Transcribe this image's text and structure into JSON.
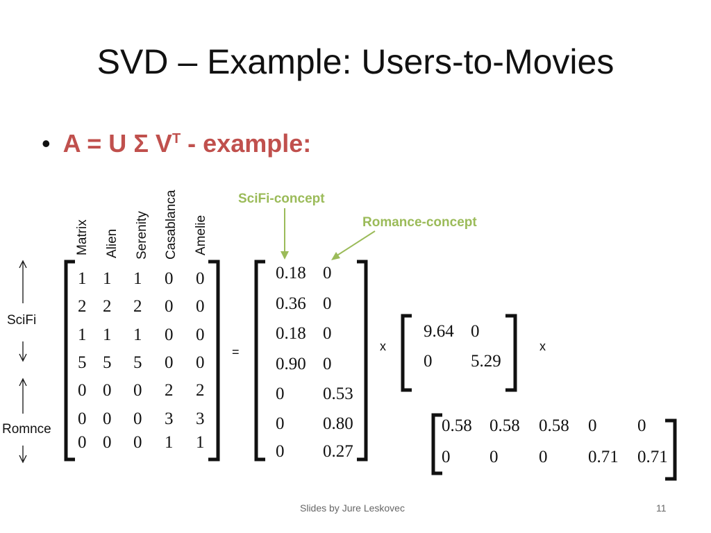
{
  "slide": {
    "title": "SVD – Example: Users-to-Movies",
    "bullet": {
      "prefix": "A = U ",
      "sigma": "Σ",
      "v": " V",
      "sup": "T",
      "suffix": " - example:"
    },
    "concepts": {
      "scifi": "SciFi-concept",
      "romance": "Romance-concept"
    },
    "row_groups": {
      "scifi": "SciFi",
      "romance": "Romnce"
    },
    "movies": [
      "Matrix",
      "Alien",
      "Serenity",
      "Casablanca",
      "Amelie"
    ],
    "matrix_a": [
      [
        "1",
        "1",
        "1",
        "0",
        "0"
      ],
      [
        "2",
        "2",
        "2",
        "0",
        "0"
      ],
      [
        "1",
        "1",
        "1",
        "0",
        "0"
      ],
      [
        "5",
        "5",
        "5",
        "0",
        "0"
      ],
      [
        "0",
        "0",
        "0",
        "2",
        "2"
      ],
      [
        "0",
        "0",
        "0",
        "3",
        "3"
      ],
      [
        "0",
        "0",
        "0",
        "1",
        "1"
      ]
    ],
    "equals": "=",
    "matrix_u": [
      [
        "0.18",
        "0"
      ],
      [
        "0.36",
        "0"
      ],
      [
        "0.18",
        "0"
      ],
      [
        "0.90",
        "0"
      ],
      [
        "0",
        "0.53"
      ],
      [
        "0",
        "0.80"
      ],
      [
        "0",
        "0.27"
      ]
    ],
    "times1": "x",
    "matrix_sigma": [
      [
        "9.64",
        "0"
      ],
      [
        "0",
        "5.29"
      ]
    ],
    "times2": "x",
    "matrix_vt": [
      [
        "0.58",
        "0.58",
        "0.58",
        "0",
        "0"
      ],
      [
        "0",
        "0",
        "0",
        "0.71",
        "0.71"
      ]
    ],
    "footer": {
      "credit": "Slides by Jure Leskovec",
      "page": "11"
    },
    "colors": {
      "title": "#111111",
      "bullet": "#c0504d",
      "concept": "#9bbb59",
      "footer": "#666666"
    }
  }
}
